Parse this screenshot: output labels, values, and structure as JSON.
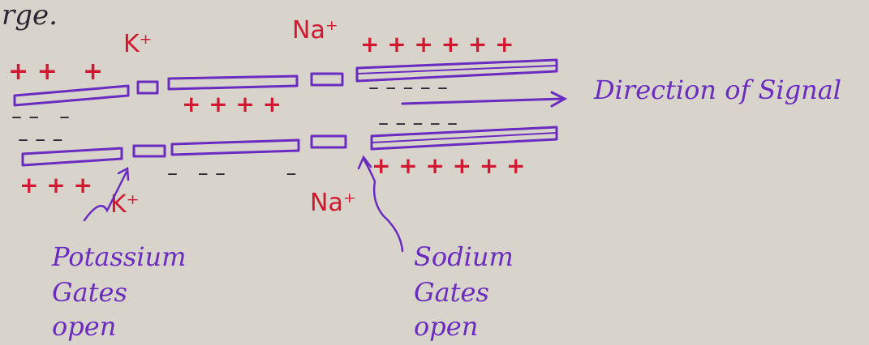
{
  "heading_fragment": "rge.",
  "ions": {
    "k_top": "K⁺",
    "na_top": "Na⁺",
    "k_bottom": "K⁺",
    "na_bottom": "Na⁺"
  },
  "charges": {
    "top_left_outside": "+ +   +",
    "top_left_inside": "– –   –",
    "top_mid_inside": "+ + + +",
    "top_right_outside": "+ + + + + +",
    "top_right_inside": "– – – – –",
    "bottom_left_inside": "– – –",
    "bottom_left_outside": "+ + +",
    "bottom_mid_inside": "–   – –         –",
    "bottom_right_inside": "– – – – –",
    "bottom_right_outside": "+ + + + + +"
  },
  "direction_label": "Direction of Signal",
  "potassium_label": [
    "Potassium",
    "Gates",
    "open"
  ],
  "sodium_label": [
    "Sodium",
    "Gates",
    "open"
  ],
  "colors": {
    "paper": "#d8d4cb",
    "red_ink": "#d21830",
    "purple_ink": "#6a2bc0",
    "black_ink": "#2a2530"
  }
}
